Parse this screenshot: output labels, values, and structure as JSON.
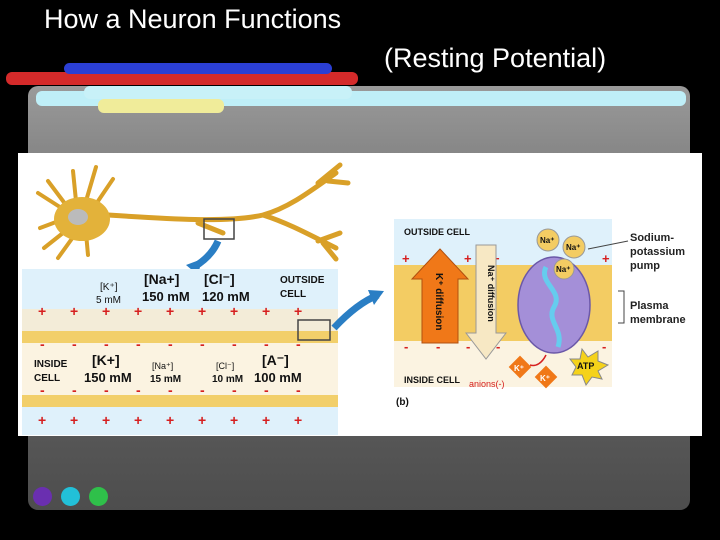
{
  "slide": {
    "title_line1": "How a Neuron Functions",
    "title_line2": "(Resting Potential)"
  },
  "colors": {
    "bar_red": "#d42a2a",
    "bar_blue": "#2b3fd4",
    "bar_cyan": "#bfeff8",
    "bar_yellow": "#f0ec9a",
    "dot_purple": "#6a2fb0",
    "dot_cyan": "#22c0d8",
    "dot_green": "#2fc04a"
  },
  "left_diagram": {
    "outside_header": {
      "k_label": "[K⁺]",
      "k_value": "5 mM",
      "na_label": "[Na+]",
      "na_value": "150 mM",
      "cl_label": "[Cl⁻]",
      "cl_value": "120 mM",
      "outside_line1": "OUTSIDE",
      "outside_line2": "CELL"
    },
    "inside_header": {
      "inside_line1": "INSIDE",
      "inside_line2": "CELL",
      "k_label": "[K+]",
      "k_value": "150 mM",
      "na_label": "[Na⁺]",
      "na_value": "15 mM",
      "cl_label": "[Cl⁻]",
      "cl_value": "10 mM",
      "a_label": "[A⁻]",
      "a_value": "100 mM"
    }
  },
  "right_diagram": {
    "outside_cell": "OUTSIDE CELL",
    "inside_cell": "INSIDE CELL",
    "anions": "anions(-)",
    "k_diffusion": "K⁺ diffusion",
    "na_diffusion": "Na⁺ diffusion",
    "na_ion": "Na⁺",
    "k_ion": "K⁺",
    "atp": "ATP",
    "panel_label": "(b)",
    "pump_line1": "Sodium-",
    "pump_line2": "potassium",
    "pump_line3": "pump",
    "membrane_line1": "Plasma",
    "membrane_line2": "membrane"
  }
}
